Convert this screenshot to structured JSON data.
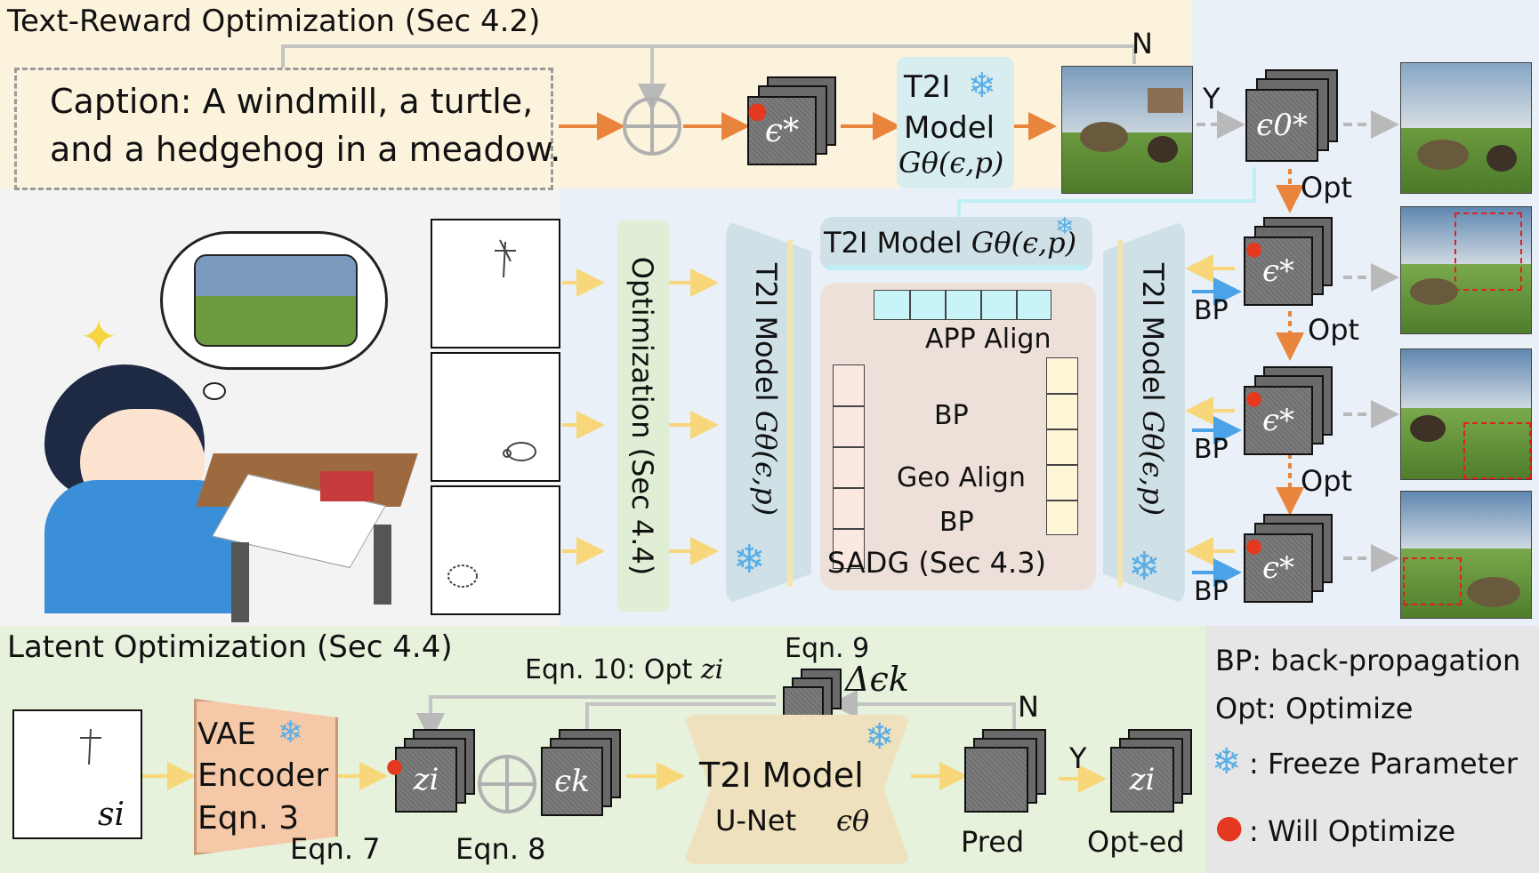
{
  "sections": {
    "text_reward": {
      "title": "Text-Reward Optimization (Sec 4.2)"
    },
    "latent": {
      "title": "Latent Optimization (Sec 4.4)"
    }
  },
  "caption": {
    "line1": "Caption: A windmill, a turtle,",
    "line2": "and a hedgehog in a meadow."
  },
  "labels": {
    "n": "N",
    "y": "Y",
    "opt": "Opt",
    "bp": "BP",
    "t2i_model": "T2I",
    "model": "Model",
    "g_theta": "Gθ(ϵ,p)",
    "t2i_model_full": "T2I Model",
    "optimization_sec44": "Optimization (Sec 4.4)",
    "app_align": "APP Align",
    "geo_align": "Geo Align",
    "sadg": "SADG (Sec 4.3)",
    "eps_star": "ϵ*",
    "eps_0star": "ϵ0*",
    "eps_k": "ϵk",
    "z_i": "zi",
    "s_i": "si",
    "delta_eps_k": "Δϵk",
    "vae_l1": "VAE",
    "vae_l2": "Encoder",
    "vae_l3": "Eqn. 3",
    "eqn7": "Eqn. 7",
    "eqn8": "Eqn. 8",
    "eqn9": "Eqn. 9",
    "eqn10": "Eqn. 10: Opt",
    "t2i_bottom": "T2I Model",
    "unet": "U-Net",
    "eps_theta": "ϵθ",
    "pred": "Pred",
    "opted": "Opt-ed"
  },
  "legend": [
    {
      "icon": "",
      "text": "BP: back-propagation"
    },
    {
      "icon": "",
      "text": "Opt: Optimize"
    },
    {
      "icon": "snowflake-icon",
      "text": ": Freeze Parameter"
    },
    {
      "icon": "flame-icon",
      "text": ": Will Optimize"
    }
  ],
  "colors": {
    "top_band": "#fbf3dc",
    "mid_band": "#eaf0f8",
    "bottom_band": "#e6f2dc",
    "legend_bg": "#e6e6e6",
    "orange_arrow": "#e8843c",
    "blue_arrow": "#4aa3e6",
    "gray_arrow": "#b9b9b9",
    "yellow_arrow": "#f7d77a"
  }
}
